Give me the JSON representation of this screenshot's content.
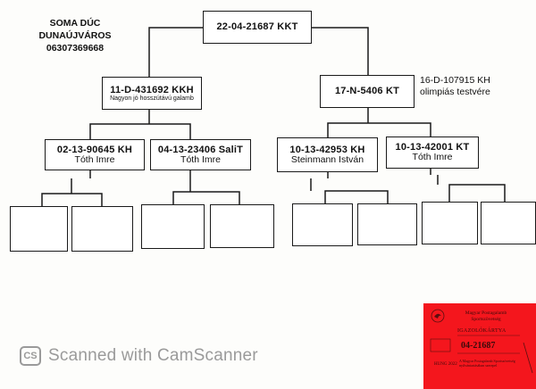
{
  "owner": {
    "name": "SOMA DÚC",
    "city": "DUNAÚJVÁROS",
    "phone": "06307369668"
  },
  "pedigree": {
    "subject": {
      "ring": "22-04-21687 KKT"
    },
    "sire": {
      "ring": "11-D-431692 KKH",
      "note": "Nagyon jó hosszútávú galamb"
    },
    "dam": {
      "ring": "17-N-5406 KT"
    },
    "dam_note": {
      "ring": "16-D-107915 KH",
      "note": "olimpiás testvére"
    },
    "gp1": {
      "ring": "02-13-90645 KH",
      "name": "Tóth Imre"
    },
    "gp2": {
      "ring": "04-13-23406 SaliT",
      "name": "Tóth Imre"
    },
    "gp3": {
      "ring": "10-13-42953 KH",
      "name": "Steinmann István"
    },
    "gp4": {
      "ring": "10-13-42001 KT",
      "name": "Tóth Imre"
    }
  },
  "watermark": {
    "logo": "CS",
    "text": "Scanned with CamScanner"
  },
  "stamp": {
    "color": "#f4161d",
    "line1": "Magyar Postagalamb Sportszövetség",
    "line2": "IGAZOLÓKÁRTYA",
    "ring": "04-21687",
    "line4": "HUNG 2022",
    "line5": "A Magyar Postagalamb Sportszövetség nyilvántartásában szerepel"
  }
}
